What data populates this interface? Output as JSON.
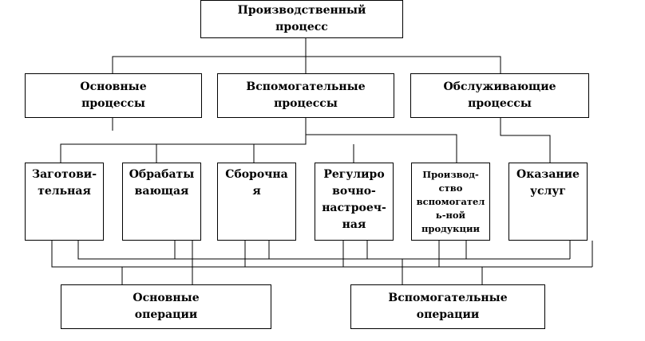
{
  "diagram": {
    "root": {
      "lines": [
        "Производственный",
        "процесс"
      ]
    },
    "process_groups": [
      {
        "id": "main",
        "lines": [
          "Основные",
          "процессы"
        ]
      },
      {
        "id": "auxiliary",
        "lines": [
          "Вспомогательные",
          "процессы"
        ]
      },
      {
        "id": "service",
        "lines": [
          "Обслуживающие",
          "процессы"
        ]
      }
    ],
    "stages": [
      {
        "id": "procurement",
        "lines": [
          "Заготови-",
          "тельная"
        ]
      },
      {
        "id": "processing",
        "lines": [
          "Обрабаты",
          "вающая"
        ]
      },
      {
        "id": "assembly",
        "lines": [
          "Сборочна",
          "я"
        ]
      },
      {
        "id": "adjustment",
        "lines": [
          "Регулиро",
          "вочно-",
          "настроеч-",
          "ная"
        ]
      },
      {
        "id": "aux-production",
        "lines": [
          "Производ-",
          "ство",
          "вспомогател",
          "ь-ной",
          "продукции"
        ]
      },
      {
        "id": "services",
        "lines": [
          "Оказание",
          "услуг"
        ]
      }
    ],
    "operations": [
      {
        "id": "main-ops",
        "lines": [
          "Основные",
          "операции"
        ]
      },
      {
        "id": "aux-ops",
        "lines": [
          "Вспомогательные",
          "операции"
        ]
      }
    ]
  }
}
